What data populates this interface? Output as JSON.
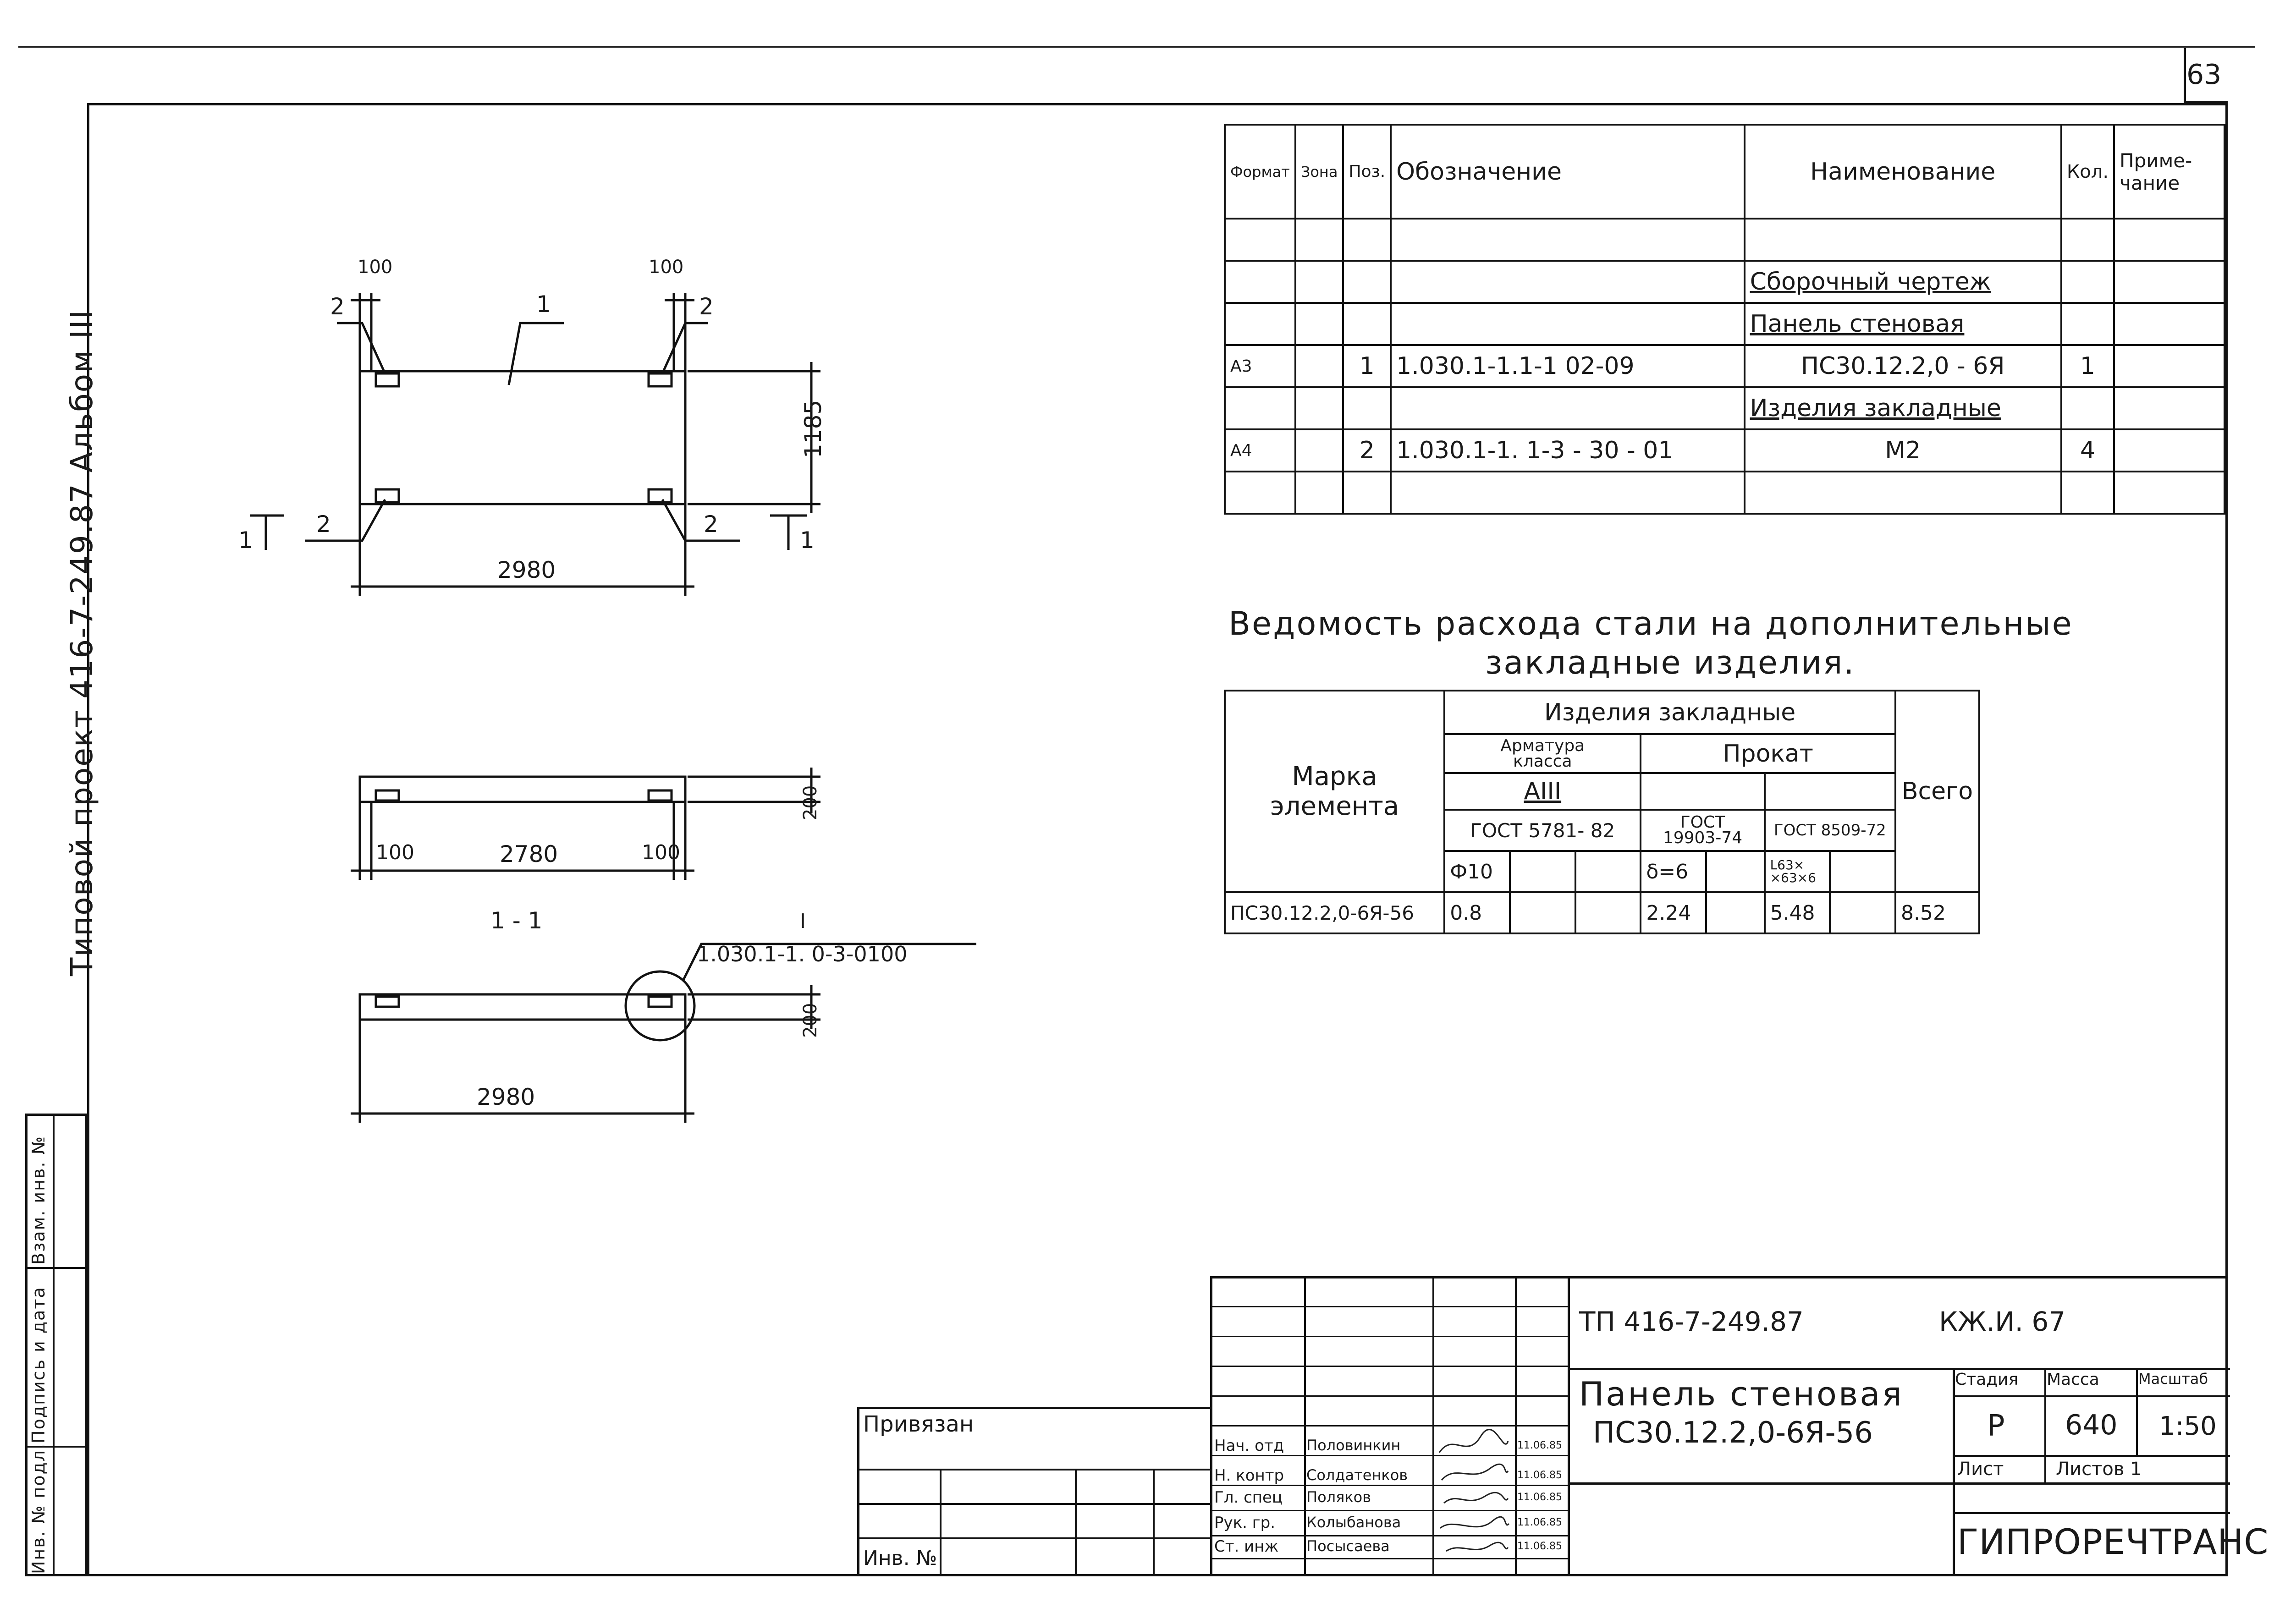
{
  "page": {
    "sheet_number": "63"
  },
  "binding_margin": {
    "album_line": "Типовой  проект  416-7-249.87  Альбом  III",
    "stamp_fields": [
      "Инв. № подл.",
      "Подпись и дата",
      "Взам. инв. №"
    ]
  },
  "spec_table": {
    "headers": [
      "Формат",
      "Зона",
      "Поз.",
      "Обозначение",
      "Наименование",
      "Кол.",
      "Приме-\nчание"
    ],
    "rows": [
      {
        "format": "",
        "zone": "",
        "pos": "",
        "designation": "",
        "name": "",
        "qty": "",
        "note": ""
      },
      {
        "format": "",
        "zone": "",
        "pos": "",
        "designation": "",
        "name": "Сборочный чертеж",
        "qty": "",
        "note": ""
      },
      {
        "format": "",
        "zone": "",
        "pos": "",
        "designation": "",
        "name": "Панель стеновая",
        "qty": "",
        "note": ""
      },
      {
        "format": "А3",
        "zone": "",
        "pos": "1",
        "designation": "1.030.1-1.1-1  02-09",
        "name": "ПС30.12.2,0 - 6Я",
        "qty": "1",
        "note": ""
      },
      {
        "format": "",
        "zone": "",
        "pos": "",
        "designation": "",
        "name": "Изделия закладные",
        "qty": "",
        "note": ""
      },
      {
        "format": "А4",
        "zone": "",
        "pos": "2",
        "designation": "1.030.1-1. 1-3 - 30 - 01",
        "name": "М2",
        "qty": "4",
        "note": ""
      },
      {
        "format": "",
        "zone": "",
        "pos": "",
        "designation": "",
        "name": "",
        "qty": "",
        "note": ""
      }
    ]
  },
  "steel_sheet": {
    "title_line1": "Ведомость расхода стали на дополнительные",
    "title_line2": "закладные  изделия.",
    "col_element": "Марка\nэлемента",
    "group_header": "Изделия  закладные",
    "rebar_header": "Арматура\nкласса",
    "rebar_class": "AIII",
    "rolled_header": "Прокат",
    "std_rebar": "ГОСТ 5781- 82",
    "std_rolled1": "ГОСТ\n19903-74",
    "std_rolled2": "ГОСТ 8509-72",
    "size_rebar": "Ф10",
    "size_rolled1": "δ=6",
    "size_rolled2": "L63×\n×63×6",
    "col_total": "Всего",
    "row": {
      "mark": "ПС30.12.2,0-6Я-56",
      "rebar": "0.8",
      "rolled1": "2.24",
      "rolled2": "5.48",
      "total": "8.52"
    }
  },
  "drawing": {
    "plan": {
      "dim_top_left": "100",
      "dim_top_right": "100",
      "dim_height": "1185",
      "dim_length": "2980",
      "pos_panel": "1",
      "pos_embed": "2",
      "section_mark": "1"
    },
    "side": {
      "dim_left": "100",
      "dim_mid": "2780",
      "dim_right": "100",
      "dim_thickness": "200"
    },
    "section": {
      "label": "1 - 1",
      "callout_mark": "I",
      "callout_ref": "1.030.1-1. 0-3-0100",
      "dim_thickness": "200",
      "dim_length": "2980"
    }
  },
  "title_block": {
    "code": "ТП 416-7-249.87",
    "sheet_code": "КЖ.И. 67",
    "title_line1": "Панель стеновая",
    "title_line2": "ПС30.12.2,0-6Я-56",
    "stage_label": "Стадия",
    "mass_label": "Масса",
    "scale_label": "Масштаб",
    "stage": "Р",
    "mass": "640",
    "scale": "1:50",
    "sheet_label": "Лист",
    "sheets_label": "Листов 1",
    "org": "ГИПРОРЕЧТРАНС",
    "bound_label": "Привязан",
    "inv_label": "Инв. №",
    "signatures": [
      {
        "role": "Нач. отд",
        "name": "Половинкин",
        "date": "11.06.85"
      },
      {
        "role": "Н. контр",
        "name": "Солдатенков",
        "date": "11.06.85"
      },
      {
        "role": "Гл. спец",
        "name": "Поляков",
        "date": "11.06.85"
      },
      {
        "role": "Рук. гр.",
        "name": "Колыбанова",
        "date": "11.06.85"
      },
      {
        "role": "Ст. инж",
        "name": "Посысаева",
        "date": "11.06.85"
      }
    ]
  }
}
